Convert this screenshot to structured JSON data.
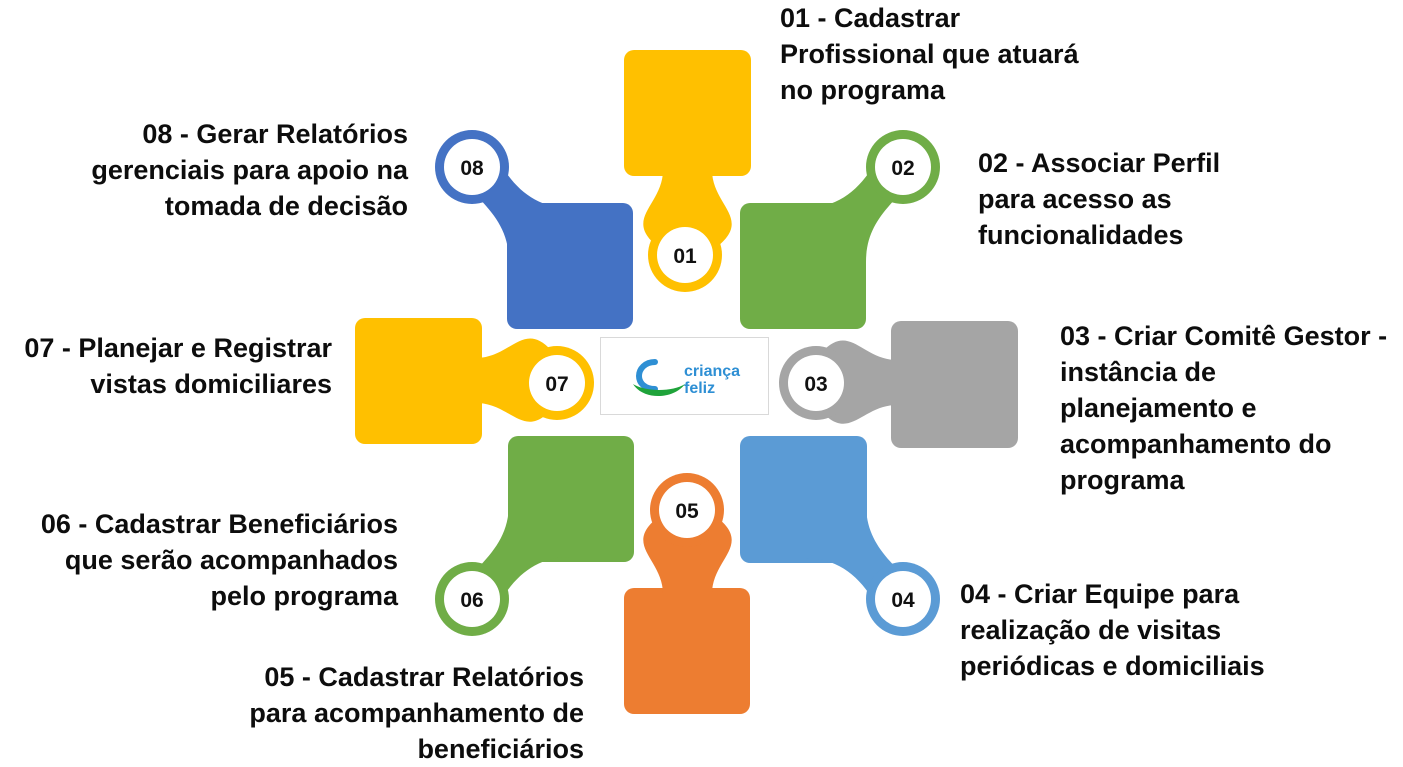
{
  "steps": [
    {
      "number": "01",
      "color": "#ffc000",
      "lines": [
        "01 - Cadastrar",
        "Profissional que atuará",
        "no programa"
      ]
    },
    {
      "number": "02",
      "color": "#70ad47",
      "lines": [
        "02 - Associar Perfil",
        "para acesso as",
        "funcionalidades"
      ]
    },
    {
      "number": "03",
      "color": "#a5a5a5",
      "lines": [
        "03 - Criar Comitê Gestor -",
        "instância de",
        "planejamento e",
        "acompanhamento do",
        "programa"
      ]
    },
    {
      "number": "04",
      "color": "#5b9bd5",
      "lines": [
        "04 - Criar Equipe para",
        "realização de visitas",
        "periódicas e domiciliais"
      ]
    },
    {
      "number": "05",
      "color": "#ed7d31",
      "lines": [
        "05 - Cadastrar Relatórios",
        "para acompanhamento de",
        "beneficiários"
      ]
    },
    {
      "number": "06",
      "color": "#70ad47",
      "lines": [
        "06 - Cadastrar Beneficiários",
        "que serão acompanhados",
        "pelo programa"
      ]
    },
    {
      "number": "07",
      "color": "#ffc000",
      "lines": [
        "07 - Planejar e Registrar",
        "vistas domiciliares"
      ]
    },
    {
      "number": "08",
      "color": "#4472c4",
      "lines": [
        "08 - Gerar Relatórios",
        "gerenciais para apoio na",
        "tomada de decisão"
      ]
    }
  ],
  "logo": {
    "line1": "criança",
    "line2": "feliz",
    "icon": "crianca-feliz-logo-icon",
    "text_color": "#2e8fd4",
    "mark_color": "#1fa33a"
  }
}
